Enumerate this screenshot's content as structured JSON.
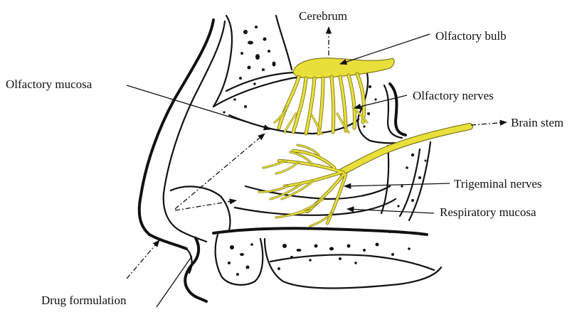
{
  "diagram": {
    "labels": {
      "cerebrum": "Cerebrum",
      "olfactory_bulb": "Olfactory bulb",
      "olfactory_mucosa": "Olfactory mucosa",
      "olfactory_nerves": "Olfactory nerves",
      "brain_stem": "Brain stem",
      "trigeminal_nerves": "Trigeminal nerves",
      "respiratory_mucosa": "Respiratory mucosa",
      "drug_formulation": "Drug formulation"
    },
    "colors": {
      "nerve": "#e8df3a",
      "line": "#111111",
      "background": "#ffffff"
    }
  }
}
